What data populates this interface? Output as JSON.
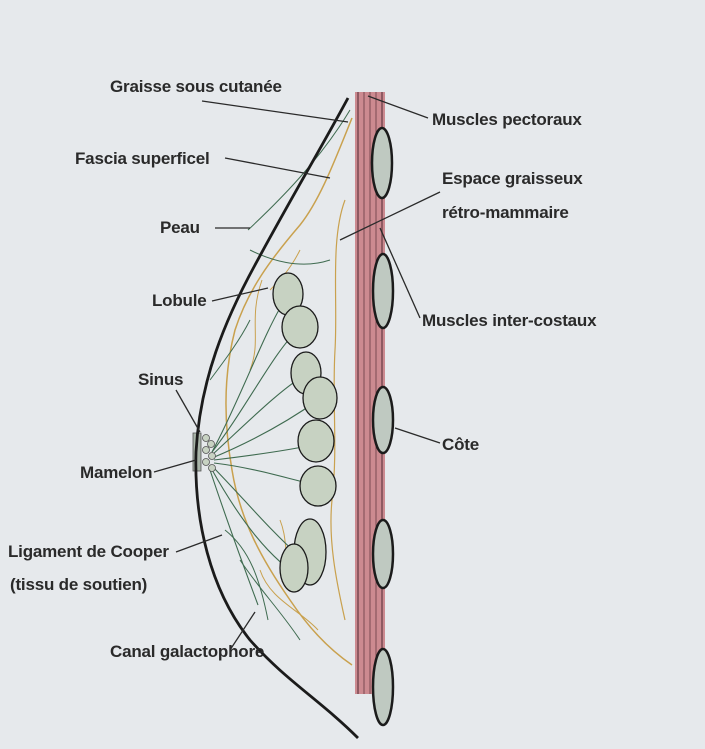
{
  "labels": {
    "graisse": "Graisse sous cutanée",
    "fascia": "Fascia superficel",
    "peau": "Peau",
    "lobule": "Lobule",
    "sinus": "Sinus",
    "mamelon": "Mamelon",
    "ligament_line1": "Ligament de Cooper",
    "ligament_line2": "(tissu de soutien)",
    "canal": "Canal galactophore",
    "muscles_pectoraux": "Muscles pectoraux",
    "espace_line1": "Espace graisseux",
    "espace_line2": "rétro-mammaire",
    "muscles_inter": "Muscles inter-costaux",
    "cote": "Côte"
  },
  "colors": {
    "background": "#e6e9ec",
    "muscle": "#cc8a90",
    "muscle_line": "#7a4a52",
    "fat_outline": "#c9a14e",
    "lobule_fill": "#c7d2c2",
    "rib_fill": "#bfc9c1",
    "skin": "#1b1b1b",
    "duct": "#3f6b50"
  }
}
